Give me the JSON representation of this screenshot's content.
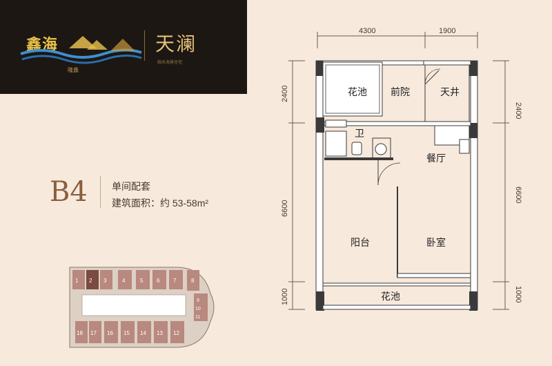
{
  "logo": {
    "brand_primary": "鑫海",
    "brand_secondary": "天澜",
    "sub_primary": "隆鑫",
    "sub_secondary": "临水海景住宅",
    "accent_color": "#e6c07a"
  },
  "unit": {
    "code": "B4",
    "type": "单间配套",
    "area": "建筑面积：约 53-58m²"
  },
  "dimensions": {
    "top_left": "4300",
    "top_right": "1900",
    "left_top": "2400",
    "left_middle": "6600",
    "left_bottom": "1000",
    "right_top": "2400",
    "right_middle": "6600",
    "right_bottom": "1000"
  },
  "rooms": {
    "garden_top": "花池",
    "front_yard": "前院",
    "patio": "天井",
    "bathroom": "卫",
    "dining": "餐厅",
    "balcony": "阳台",
    "bedroom": "卧室",
    "garden_bottom": "花池"
  },
  "keyplan": {
    "top_units": [
      "1",
      "2",
      "3",
      "4",
      "5",
      "6",
      "7",
      "8"
    ],
    "right_units": [
      "9",
      "10",
      "11"
    ],
    "bottom_units": [
      "18",
      "17",
      "16",
      "15",
      "14",
      "13",
      "12"
    ]
  }
}
